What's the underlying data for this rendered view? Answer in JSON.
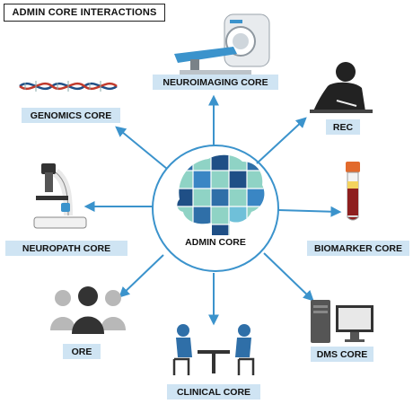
{
  "title": "ADMIN CORE INTERACTIONS",
  "center": {
    "label": "ADMIN CORE"
  },
  "nodes": {
    "neuroimaging": {
      "label": "NEUROIMAGING CORE",
      "icon": "mri-scanner-icon"
    },
    "genomics": {
      "label": "GENOMICS CORE",
      "icon": "dna-helix-icon"
    },
    "rec": {
      "label": "REC",
      "icon": "person-writing-icon"
    },
    "neuropath": {
      "label": "NEUROPATH CORE",
      "icon": "microscope-icon"
    },
    "biomarker": {
      "label": "BIOMARKER CORE",
      "icon": "blood-tube-icon"
    },
    "ore": {
      "label": "ORE",
      "icon": "people-group-icon"
    },
    "clinical": {
      "label": "CLINICAL CORE",
      "icon": "consultation-icon"
    },
    "dms": {
      "label": "DMS CORE",
      "icon": "computer-icon"
    }
  },
  "colors": {
    "arrow": "#3b93cc",
    "label_bg": "#cfe4f3",
    "brain_dark": "#2f6fa8",
    "brain_light": "#8fd3c5"
  }
}
